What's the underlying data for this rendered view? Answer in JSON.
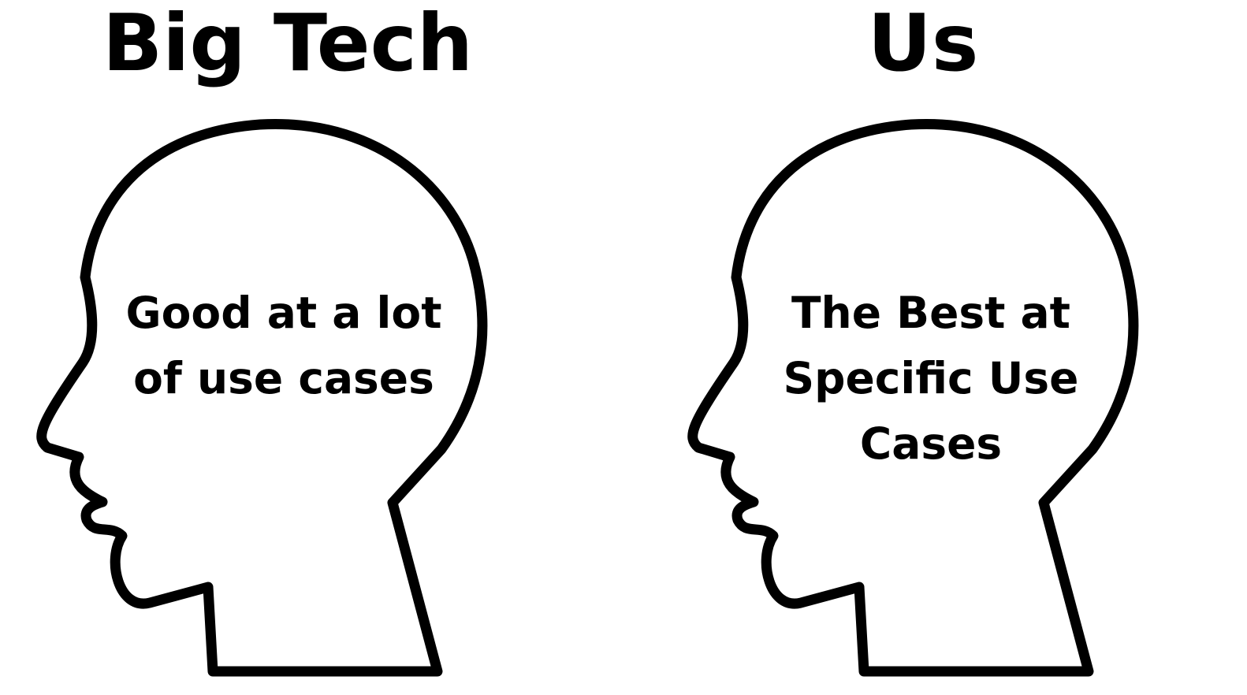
{
  "panels": [
    {
      "title": "Big Tech",
      "caption": "Good at a lot\nof use cases"
    },
    {
      "title": "Us",
      "caption": "The Best at\nSpecific Use\nCases"
    }
  ],
  "colors": {
    "background": "#ffffff",
    "ink": "#000000"
  },
  "icons": [
    "head-profile-icon",
    "head-profile-icon"
  ]
}
